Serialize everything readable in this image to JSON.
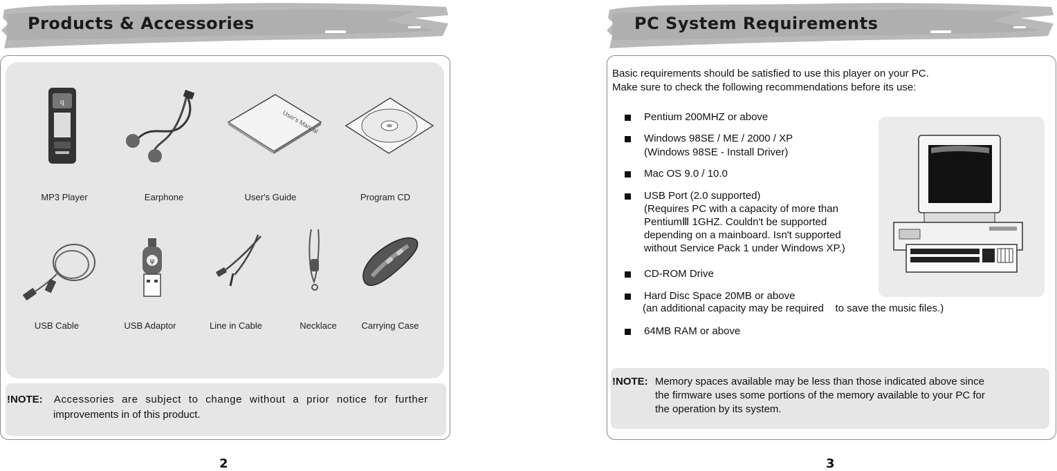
{
  "left": {
    "title": "Products & Accessories",
    "products_row1": [
      "MP3 Player",
      "Earphone",
      "User's Guide",
      "Program CD"
    ],
    "products_row2": [
      "USB Cable",
      "USB Adaptor",
      "Line in Cable",
      "Necklace",
      "Carrying Case"
    ],
    "manual_cover_text": "User's Manual",
    "note_label": "!NOTE:",
    "note_line1": "Accessories are subject to change without a prior notice for further",
    "note_line2": "improvements in of this product.",
    "page_number": "2"
  },
  "right": {
    "title": "PC System Requirements",
    "intro_line1": "Basic requirements should be satisfied to use this player on your PC.",
    "intro_line2": "Make sure to check the following recommendations before its use:",
    "requirements": [
      {
        "lines": [
          "Pentium 200MHZ or above"
        ]
      },
      {
        "lines": [
          "Windows 98SE / ME / 2000 / XP",
          "(Windows 98SE - Install Driver)"
        ]
      },
      {
        "lines": [
          "Mac OS 9.0 / 10.0"
        ]
      },
      {
        "lines": [
          "USB Port (2.0 supported)",
          "(Requires PC with a capacity of more than",
          "PentiumⅢ  1GHZ. Couldn't be supported",
          "depending on a mainboard. Isn't supported",
          "without Service Pack 1 under Windows XP.)"
        ]
      },
      {
        "lines": [
          "CD-ROM Drive"
        ]
      },
      {
        "lines": [
          "Hard Disc Space 20MB or above"
        ]
      },
      {
        "lines": [
          "64MB RAM or above"
        ]
      }
    ],
    "hdd_note": "(an additional capacity may be required    to save the music files.)",
    "note_label": "!NOTE:",
    "note_line1": "Memory spaces available may be less than those indicated above since",
    "note_line2": "the firmware uses some portions of the memory available to your PC for",
    "note_line3": "the operation by its system.",
    "page_number": "3"
  }
}
